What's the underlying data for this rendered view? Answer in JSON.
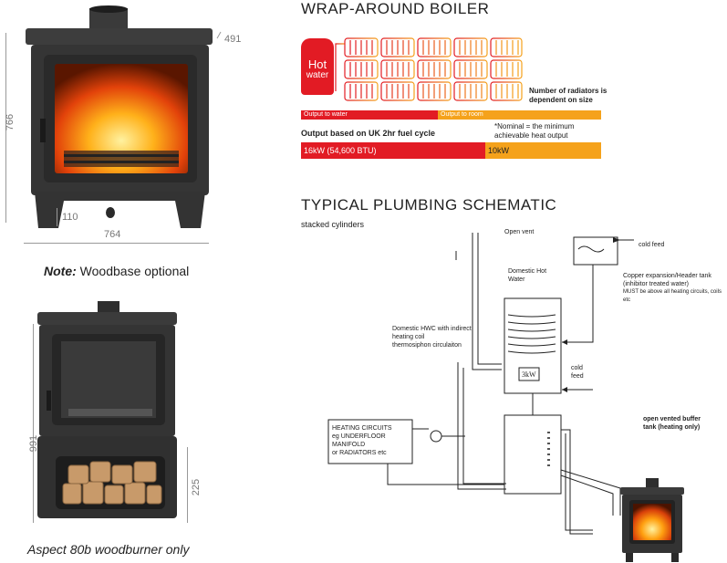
{
  "left": {
    "stove1": {
      "dim_top_right": "491",
      "dim_height": "766",
      "dim_base": "110",
      "dim_width": "764"
    },
    "note": {
      "bold": "Note:",
      "text": " Woodbase optional"
    },
    "stove2": {
      "dim_height": "991",
      "dim_base": "225"
    },
    "caption": "Aspect 80b woodburner only"
  },
  "boiler": {
    "title": "WRAP-AROUND BOILER",
    "hot_water_line1": "Hot",
    "hot_water_line2": "water",
    "radiator_note": "Number of radiators is dependent on size",
    "bar_output_water": "Output to water",
    "bar_output_room": "Output to room",
    "nominal_note": "*Nominal = the minimum achievable heat output",
    "output_heading": "Output based on UK 2hr fuel cycle",
    "value_water": "16kW (54,600 BTU)",
    "value_room": "10kW",
    "colors": {
      "red": "#e21b24",
      "orange": "#f5a21b"
    }
  },
  "schematic": {
    "title": "TYPICAL PLUMBING SCHEMATIC",
    "subtitle": "stacked cylinders",
    "open_vent": "Open vent",
    "cold_feed_top": "cold feed",
    "expansion_tank": "Copper expansion/Header tank",
    "expansion_tank_2": "(inhibitor treated water)",
    "expansion_tank_3": "MUST be above all heating circuits, coils etc",
    "domestic_hot_water": "Domestic Hot",
    "domestic_hot_water_2": "Water",
    "hwc_note_1": "Domestic HWC with indirect",
    "hwc_note_2": "heating coil",
    "hwc_note_3": "thermosiphon circulaiton",
    "cold_feed_side_1": "cold",
    "cold_feed_side_2": "feed",
    "immersion": "3kW",
    "heating_1": "HEATING CIRCUITS",
    "heating_2": "eg UNDERFLOOR",
    "heating_3": "MANIFOLD",
    "heating_4": "or RADIATORS etc",
    "buffer_1": "open vented buffer",
    "buffer_2": "tank (heating only)"
  }
}
